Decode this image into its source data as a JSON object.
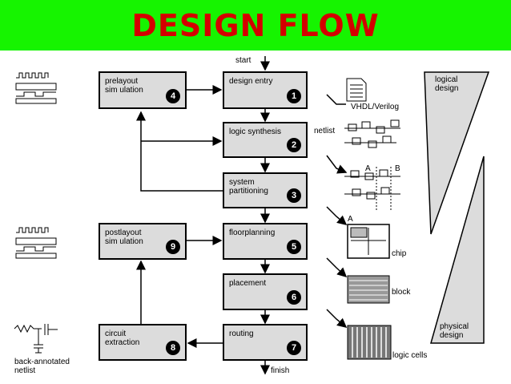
{
  "title": "DESIGN FLOW",
  "start_label": "start",
  "finish_label": "finish",
  "steps": [
    {
      "number": "1",
      "label": "design entry"
    },
    {
      "number": "2",
      "label": "logic synthesis"
    },
    {
      "number": "3",
      "label": "system\npartitioning"
    },
    {
      "number": "4",
      "label": "prelayout\nsim ulation"
    },
    {
      "number": "5",
      "label": "floorplanning"
    },
    {
      "number": "6",
      "label": "placement"
    },
    {
      "number": "7",
      "label": "routing"
    },
    {
      "number": "8",
      "label": "circuit\nextraction"
    },
    {
      "number": "9",
      "label": "postlayout\nsim ulation"
    }
  ],
  "annotations": {
    "vhdl": "VHDL/Verilog",
    "netlist": "netlist",
    "a_top": "A",
    "b_top": "B",
    "a_chip": "A",
    "chip": "chip",
    "block": "block",
    "logic_cells": "logic cells",
    "logical_design": "logical\ndesign",
    "physical_design": "physical\ndesign",
    "back_annotated": "back-annotated\nnetlist"
  }
}
